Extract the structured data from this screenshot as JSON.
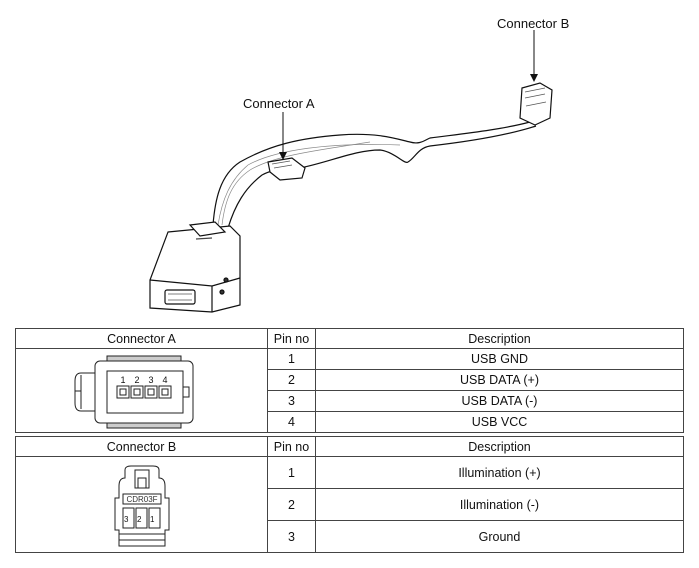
{
  "illustration": {
    "callouts": {
      "connector_a": "Connector A",
      "connector_b": "Connector B"
    }
  },
  "connector_a_table": {
    "headers": [
      "Connector A",
      "Pin no",
      "Description"
    ],
    "connector_labels": [
      "1",
      "2",
      "3",
      "4"
    ],
    "rows": [
      {
        "pin": "1",
        "description": "USB GND"
      },
      {
        "pin": "2",
        "description": "USB DATA (+)"
      },
      {
        "pin": "3",
        "description": "USB DATA (-)"
      },
      {
        "pin": "4",
        "description": "USB VCC"
      }
    ]
  },
  "connector_b_table": {
    "headers": [
      "Connector B",
      "Pin no",
      "Description"
    ],
    "connector_part": "CDR03F",
    "connector_labels": [
      "3",
      "2",
      "1"
    ],
    "rows": [
      {
        "pin": "1",
        "description": "Illumination (+)"
      },
      {
        "pin": "2",
        "description": "Illumination (-)"
      },
      {
        "pin": "3",
        "description": "Ground"
      }
    ]
  }
}
